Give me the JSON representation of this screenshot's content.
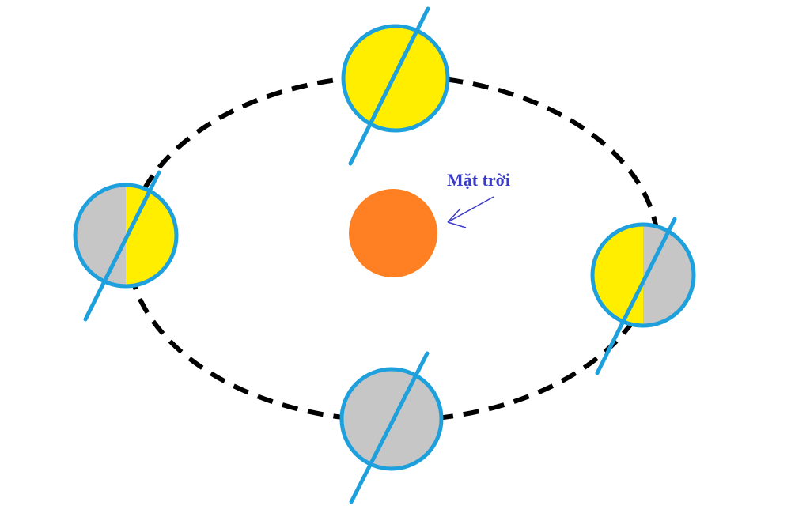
{
  "labels": {
    "sun": "Mặt trời"
  },
  "colors": {
    "background": "#ffffff",
    "orbit": "#000000",
    "earth_outline": "#1ea0dc",
    "axis": "#1ea0dc",
    "day_side": "#ffee00",
    "night_side": "#c6c6c6",
    "sun": "#ff8022",
    "label": "#3b3bc8"
  },
  "earth_positions": [
    {
      "name": "top",
      "lit": "full"
    },
    {
      "name": "left",
      "lit": "right-half"
    },
    {
      "name": "right",
      "lit": "left-half"
    },
    {
      "name": "bottom",
      "lit": "none"
    }
  ]
}
